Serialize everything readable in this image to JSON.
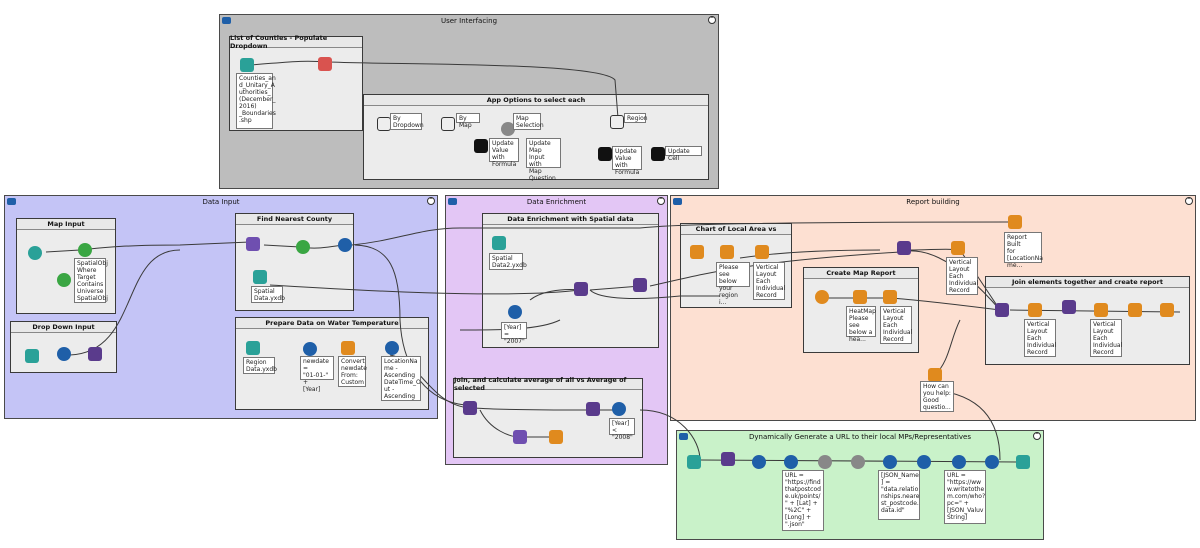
{
  "containers": {
    "user_interfacing": "User Interfacing",
    "data_input": "Data Input",
    "data_enrichment": "Data Enrichment",
    "report_building": "Report building",
    "dynamic_url": "Dynamically Generate a URL to their local MPs/Representatives"
  },
  "panels": {
    "list_counties": "List of Counties - Populate Dropdown",
    "app_options": "App Options to select each",
    "map_input": "Map Input",
    "drop_down_input": "Drop Down Input",
    "find_nearest_county": "Find Nearest County",
    "prepare_water": "Prepare Data on Water Temperature",
    "enrichment_spatial": "Data Enrichment with Spatial data",
    "join_average": "Join, and calculate average of all vs Average of selected",
    "chart_local_area": "Chart of Local Area vs",
    "create_map_report": "Create Map Report",
    "join_elements": "Join elements together and create report"
  },
  "notes": {
    "counties_file": "Counties_an\nd_Unitary_A\nuthorities_\n(December_\n2016)\n_Boundaries\n.shp",
    "by_dropdown": "By\nDropdown",
    "by_map": "By Map",
    "map_selection": "Map\nSelection",
    "update_value_formula1": "Update\nValue with\nFormula",
    "update_map_input": "Update Map\nInput with\nMap\nQuestion",
    "region": "Region",
    "update_value_formula2": "Update\nValue with\nFormula",
    "update_cell": "Update Cell",
    "spatialobj_where": "SpatialObj\nWhere\nTarget\nContains\nUniverse\nSpatialObj",
    "spatial_data": "Spatial\nData.yxdb",
    "region_data": "Region\nData.yxdb",
    "newdate": "newdate =\n\"01-01-\" +\n[Year]",
    "convert_newdate": "Convert\nnewdate\nFrom:\nCustom",
    "location_sort": "LocationNa\nme -\nAscending\nDateTime_O\nut -\nAscending",
    "spatial_data2": "Spatial\nData2.yxdb",
    "year_2007": "[Year] =\n\"2007\"",
    "year_2008": "[Year] <\n\"2008\"",
    "please_see": "Please see\nbelow your\nregion i...",
    "vertical_layout1": "Vertical\nLayout\nEach\nIndividual\nRecord",
    "report_built": "Report Built\nfor\n[LocationNa\nme...",
    "vertical_layout2": "Vertical\nLayout\nEach\nIndividual\nRecord",
    "heatmap_note": "HeatMap\nPlease see\nbelow a\nhea...",
    "vertical_layout3": "Vertical\nLayout\nEach\nIndividual\nRecord",
    "vertical_layout4": "Vertical\nLayout\nEach\nIndividual\nRecord",
    "vertical_layout5": "Vertical\nLayout\nEach\nIndividual\nRecord",
    "how_can": "How can\nyou help:\nGood\nquestio...",
    "url_formula": "URL =\n\"https://find\nthatpostcod\ne.uk/points/\n\" + [Lat] +\n\"%2C\" +\n[Long] +\n\".json\"",
    "json_name": "[JSON_Name\n] =\n\"data.relatio\nnships.neare\nst_postcode.\ndata.id\"",
    "url_writetothem": "URL =\n\"https://ww\nw.writetothe\nm.com/who?\npc=\" +\n[JSON_Valuv\nString]"
  },
  "colors": {
    "ui_bg": "#bdbdbd",
    "input_bg": "#c4c4f6",
    "enrichment_bg": "#e3c6f5",
    "report_bg": "#fde0d2",
    "url_bg": "#c9f2c9",
    "wire": "#3a3a3a"
  }
}
